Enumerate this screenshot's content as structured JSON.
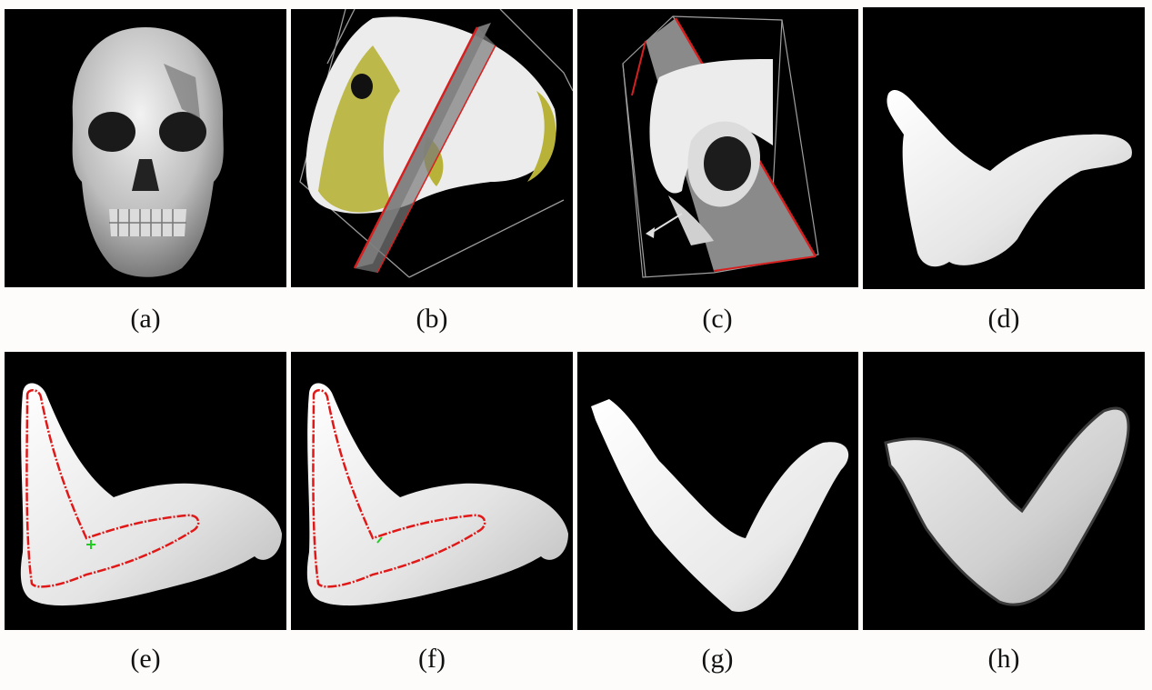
{
  "figure": {
    "panels": [
      {
        "id": "a",
        "label": "(a)",
        "content": "skull-render"
      },
      {
        "id": "b",
        "label": "(b)",
        "content": "skull-side-cut-plane"
      },
      {
        "id": "c",
        "label": "(c)",
        "content": "orbit-cut-box"
      },
      {
        "id": "d",
        "label": "(d)",
        "content": "bone-segment"
      },
      {
        "id": "e",
        "label": "(e)",
        "content": "bone-with-contour"
      },
      {
        "id": "f",
        "label": "(f)",
        "content": "bone-with-contour"
      },
      {
        "id": "g",
        "label": "(g)",
        "content": "v-shaped-implant"
      },
      {
        "id": "h",
        "label": "(h)",
        "content": "v-shaped-implant-shaded"
      }
    ]
  },
  "colors": {
    "background": "#000000",
    "bone": "#e8e8e8",
    "bone_shadow": "#a9a9a9",
    "cut_plane": "#8a8a8a",
    "plane_edge": "#d62020",
    "soft_tissue": "#b8b238",
    "contour": "#e01818",
    "marker": "#22cc22"
  }
}
